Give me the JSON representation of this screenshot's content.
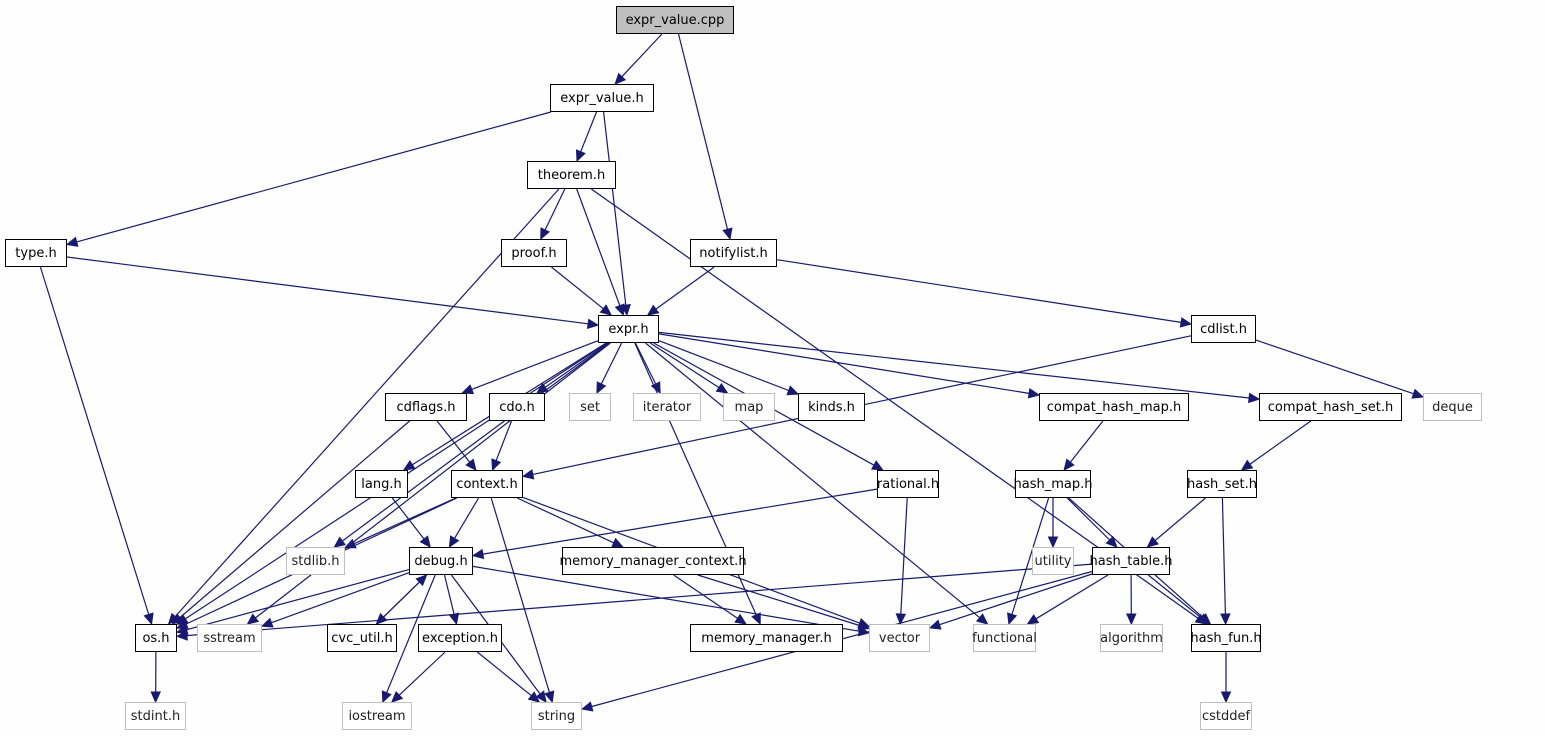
{
  "diagram": {
    "title": "expr_value.cpp",
    "colors": {
      "edge": "#191970",
      "root_fill": "#bfbfbf",
      "external_border": "#bfbfbf",
      "node_border": "#000000"
    },
    "nodes": [
      {
        "id": "expr_value_cpp",
        "label": "expr_value.cpp",
        "kind": "root"
      },
      {
        "id": "expr_value_h",
        "label": "expr_value.h",
        "kind": "local"
      },
      {
        "id": "theorem_h",
        "label": "theorem.h",
        "kind": "local"
      },
      {
        "id": "type_h",
        "label": "type.h",
        "kind": "local"
      },
      {
        "id": "proof_h",
        "label": "proof.h",
        "kind": "local"
      },
      {
        "id": "notifylist_h",
        "label": "notifylist.h",
        "kind": "local"
      },
      {
        "id": "expr_h",
        "label": "expr.h",
        "kind": "local"
      },
      {
        "id": "cdlist_h",
        "label": "cdlist.h",
        "kind": "local"
      },
      {
        "id": "cdflags_h",
        "label": "cdflags.h",
        "kind": "local"
      },
      {
        "id": "cdo_h",
        "label": "cdo.h",
        "kind": "local"
      },
      {
        "id": "set",
        "label": "set",
        "kind": "external"
      },
      {
        "id": "iterator",
        "label": "iterator",
        "kind": "external"
      },
      {
        "id": "map",
        "label": "map",
        "kind": "external"
      },
      {
        "id": "kinds_h",
        "label": "kinds.h",
        "kind": "local"
      },
      {
        "id": "compat_hash_map_h",
        "label": "compat_hash_map.h",
        "kind": "local"
      },
      {
        "id": "compat_hash_set_h",
        "label": "compat_hash_set.h",
        "kind": "local"
      },
      {
        "id": "deque",
        "label": "deque",
        "kind": "external"
      },
      {
        "id": "lang_h",
        "label": "lang.h",
        "kind": "local"
      },
      {
        "id": "context_h",
        "label": "context.h",
        "kind": "local"
      },
      {
        "id": "rational_h",
        "label": "rational.h",
        "kind": "local"
      },
      {
        "id": "hash_map_h",
        "label": "hash_map.h",
        "kind": "local"
      },
      {
        "id": "hash_set_h",
        "label": "hash_set.h",
        "kind": "local"
      },
      {
        "id": "stdlib_h",
        "label": "stdlib.h",
        "kind": "external"
      },
      {
        "id": "debug_h",
        "label": "debug.h",
        "kind": "local"
      },
      {
        "id": "memory_manager_context_h",
        "label": "memory_manager_context.h",
        "kind": "local"
      },
      {
        "id": "utility",
        "label": "utility",
        "kind": "external"
      },
      {
        "id": "hash_table_h",
        "label": "hash_table.h",
        "kind": "local"
      },
      {
        "id": "os_h",
        "label": "os.h",
        "kind": "local"
      },
      {
        "id": "sstream",
        "label": "sstream",
        "kind": "external"
      },
      {
        "id": "cvc_util_h",
        "label": "cvc_util.h",
        "kind": "local"
      },
      {
        "id": "exception_h",
        "label": "exception.h",
        "kind": "local"
      },
      {
        "id": "memory_manager_h",
        "label": "memory_manager.h",
        "kind": "local"
      },
      {
        "id": "vector",
        "label": "vector",
        "kind": "external"
      },
      {
        "id": "functional",
        "label": "functional",
        "kind": "external"
      },
      {
        "id": "algorithm",
        "label": "algorithm",
        "kind": "external"
      },
      {
        "id": "hash_fun_h",
        "label": "hash_fun.h",
        "kind": "local"
      },
      {
        "id": "stdint_h",
        "label": "stdint.h",
        "kind": "external"
      },
      {
        "id": "iostream",
        "label": "iostream",
        "kind": "external"
      },
      {
        "id": "string",
        "label": "string",
        "kind": "external"
      },
      {
        "id": "cstddef",
        "label": "cstddef",
        "kind": "external"
      }
    ],
    "edges": [
      [
        "expr_value_cpp",
        "expr_value_h"
      ],
      [
        "expr_value_cpp",
        "notifylist_h"
      ],
      [
        "expr_value_h",
        "type_h"
      ],
      [
        "expr_value_h",
        "theorem_h"
      ],
      [
        "expr_value_h",
        "expr_h"
      ],
      [
        "theorem_h",
        "proof_h"
      ],
      [
        "theorem_h",
        "expr_h"
      ],
      [
        "theorem_h",
        "os_h"
      ],
      [
        "theorem_h",
        "hash_fun_h"
      ],
      [
        "type_h",
        "expr_h"
      ],
      [
        "type_h",
        "os_h"
      ],
      [
        "proof_h",
        "expr_h"
      ],
      [
        "notifylist_h",
        "expr_h"
      ],
      [
        "notifylist_h",
        "cdlist_h"
      ],
      [
        "expr_h",
        "cdflags_h"
      ],
      [
        "expr_h",
        "cdo_h"
      ],
      [
        "expr_h",
        "set"
      ],
      [
        "expr_h",
        "iterator"
      ],
      [
        "expr_h",
        "map"
      ],
      [
        "expr_h",
        "kinds_h"
      ],
      [
        "expr_h",
        "compat_hash_map_h"
      ],
      [
        "expr_h",
        "compat_hash_set_h"
      ],
      [
        "expr_h",
        "lang_h"
      ],
      [
        "expr_h",
        "stdlib_h"
      ],
      [
        "expr_h",
        "os_h"
      ],
      [
        "expr_h",
        "sstream"
      ],
      [
        "expr_h",
        "rational_h"
      ],
      [
        "expr_h",
        "memory_manager_h"
      ],
      [
        "expr_h",
        "functional"
      ],
      [
        "cdlist_h",
        "context_h"
      ],
      [
        "cdlist_h",
        "deque"
      ],
      [
        "cdflags_h",
        "context_h"
      ],
      [
        "cdflags_h",
        "os_h"
      ],
      [
        "cdo_h",
        "context_h"
      ],
      [
        "compat_hash_map_h",
        "hash_map_h"
      ],
      [
        "compat_hash_set_h",
        "hash_set_h"
      ],
      [
        "lang_h",
        "debug_h"
      ],
      [
        "context_h",
        "stdlib_h"
      ],
      [
        "context_h",
        "debug_h"
      ],
      [
        "context_h",
        "os_h"
      ],
      [
        "context_h",
        "memory_manager_context_h"
      ],
      [
        "context_h",
        "string"
      ],
      [
        "context_h",
        "vector"
      ],
      [
        "rational_h",
        "debug_h"
      ],
      [
        "rational_h",
        "vector"
      ],
      [
        "hash_map_h",
        "utility"
      ],
      [
        "hash_map_h",
        "hash_table_h"
      ],
      [
        "hash_map_h",
        "functional"
      ],
      [
        "hash_map_h",
        "hash_fun_h"
      ],
      [
        "hash_set_h",
        "hash_table_h"
      ],
      [
        "hash_set_h",
        "hash_fun_h"
      ],
      [
        "debug_h",
        "os_h"
      ],
      [
        "debug_h",
        "sstream"
      ],
      [
        "debug_h",
        "cvc_util_h"
      ],
      [
        "debug_h",
        "exception_h"
      ],
      [
        "debug_h",
        "iostream"
      ],
      [
        "debug_h",
        "string"
      ],
      [
        "debug_h",
        "vector"
      ],
      [
        "cvc_util_h",
        "debug_h"
      ],
      [
        "memory_manager_context_h",
        "memory_manager_h"
      ],
      [
        "memory_manager_context_h",
        "vector"
      ],
      [
        "hash_table_h",
        "os_h"
      ],
      [
        "hash_table_h",
        "vector"
      ],
      [
        "hash_table_h",
        "functional"
      ],
      [
        "hash_table_h",
        "algorithm"
      ],
      [
        "hash_table_h",
        "hash_fun_h"
      ],
      [
        "hash_table_h",
        "string"
      ],
      [
        "os_h",
        "stdint_h"
      ],
      [
        "exception_h",
        "iostream"
      ],
      [
        "exception_h",
        "string"
      ],
      [
        "hash_fun_h",
        "cstddef"
      ]
    ]
  }
}
